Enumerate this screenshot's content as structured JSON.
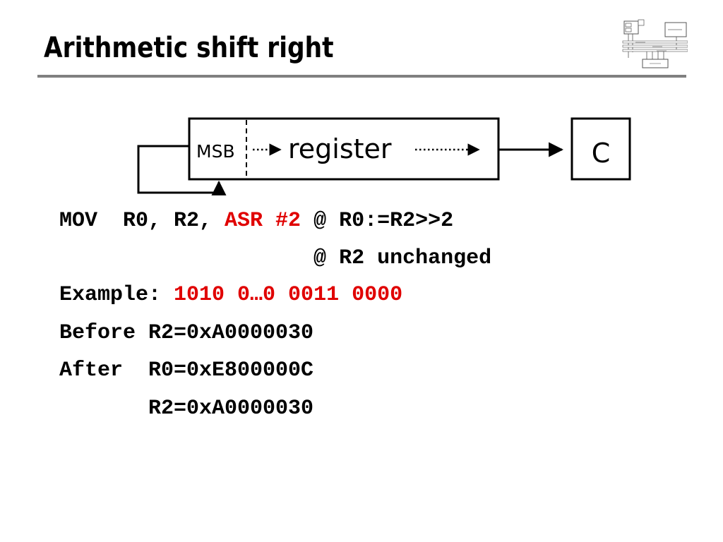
{
  "title": "Arithmetic shift right",
  "diagram": {
    "msb_label": "MSB",
    "register_label": "register",
    "carry_label": "C"
  },
  "code": {
    "line1_pre": "MOV  R0, R2, ",
    "line1_red": "ASR #2",
    "line1_post": " @ R0:=R2>>2",
    "line2": "                    @ R2 unchanged",
    "line3_pre": "Example: ",
    "line3_red": "1010 0…0 0011 0000",
    "line4": "Before R2=0xA0000030",
    "line5": "After  R0=0xE800000C",
    "line6": "       R2=0xA0000030"
  },
  "colors": {
    "highlight": "#e00000",
    "rule": "#808080",
    "text": "#000000"
  },
  "icons": {
    "corner_logo": "computer-block-diagram-icon"
  }
}
